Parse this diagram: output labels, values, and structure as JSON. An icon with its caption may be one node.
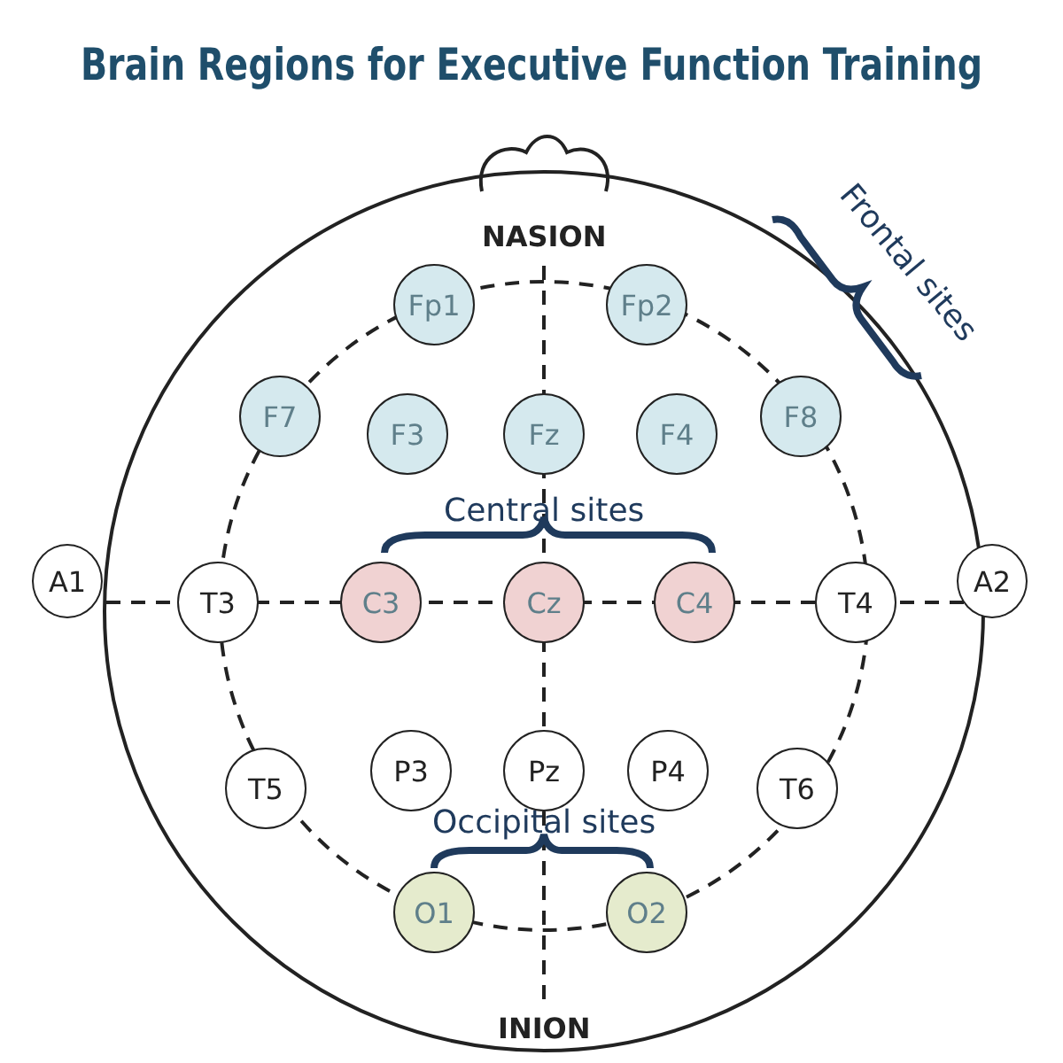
{
  "diagram": {
    "title": "Brain Regions for Executive Function Training",
    "nodes": [
      {
        "text": [
          "Fp1"
        ]
      },
      {
        "text": [
          "Fp2"
        ]
      },
      {
        "text": [
          "F7"
        ]
      },
      {
        "text": [
          "F3"
        ]
      },
      {
        "text": [
          "Fz"
        ]
      },
      {
        "text": [
          "F4"
        ]
      },
      {
        "text": [
          "F8"
        ]
      },
      {
        "text": [
          "A1"
        ]
      },
      {
        "text": [
          "T3"
        ]
      },
      {
        "text": [
          "C3"
        ]
      },
      {
        "text": [
          "Cz"
        ]
      },
      {
        "text": [
          "C4"
        ]
      },
      {
        "text": [
          "T4"
        ]
      },
      {
        "text": [
          "A2"
        ]
      },
      {
        "text": [
          "T5"
        ]
      },
      {
        "text": [
          "P3"
        ]
      },
      {
        "text": [
          "Pz"
        ]
      },
      {
        "text": [
          "P4"
        ]
      },
      {
        "text": [
          "T6"
        ]
      },
      {
        "text": [
          "O1"
        ]
      },
      {
        "text": [
          "O2"
        ]
      }
    ],
    "labels": [
      "NASION",
      "Frontal sites",
      "Central sites",
      "Occipital sites",
      "INION"
    ]
  }
}
